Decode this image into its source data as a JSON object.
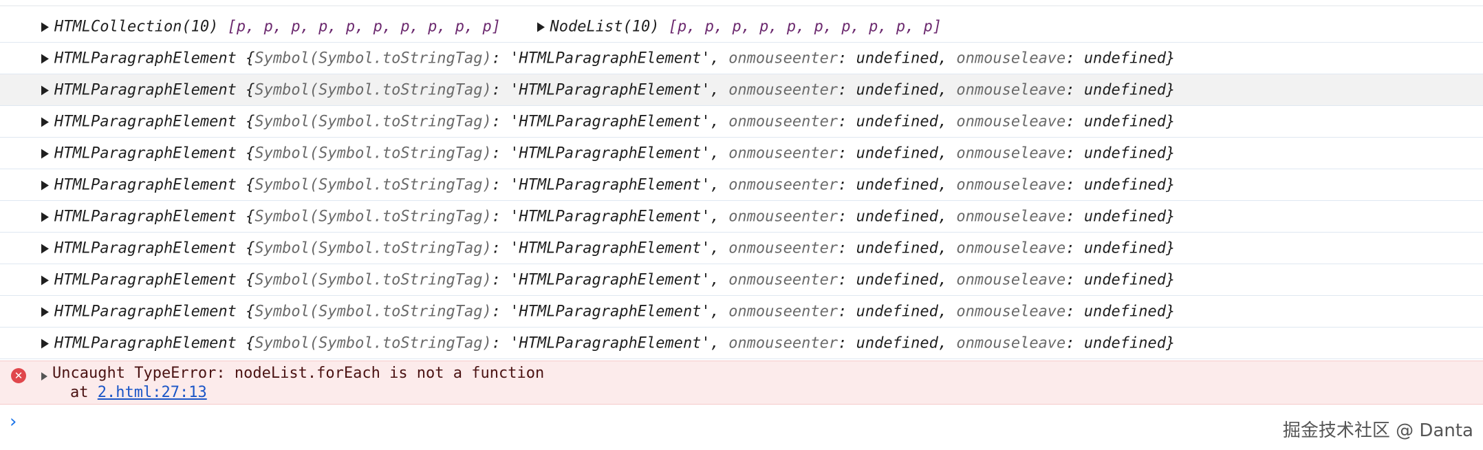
{
  "console": {
    "first_row": {
      "collection_label": "HTMLCollection(10)",
      "collection_items": "[p, p, p, p, p, p, p, p, p, p]",
      "nodelist_label": "NodeList(10)",
      "nodelist_items": "[p, p, p, p, p, p, p, p, p, p]"
    },
    "element_rows": [
      {
        "name": "HTMLParagraphElement",
        "sym_key": "Symbol(Symbol.toStringTag)",
        "sym_val": "'HTMLParagraphElement'",
        "k1": "onmouseenter",
        "v1": "undefined",
        "k2": "onmouseleave",
        "v2": "undefined"
      },
      {
        "name": "HTMLParagraphElement",
        "sym_key": "Symbol(Symbol.toStringTag)",
        "sym_val": "'HTMLParagraphElement'",
        "k1": "onmouseenter",
        "v1": "undefined",
        "k2": "onmouseleave",
        "v2": "undefined"
      },
      {
        "name": "HTMLParagraphElement",
        "sym_key": "Symbol(Symbol.toStringTag)",
        "sym_val": "'HTMLParagraphElement'",
        "k1": "onmouseenter",
        "v1": "undefined",
        "k2": "onmouseleave",
        "v2": "undefined"
      },
      {
        "name": "HTMLParagraphElement",
        "sym_key": "Symbol(Symbol.toStringTag)",
        "sym_val": "'HTMLParagraphElement'",
        "k1": "onmouseenter",
        "v1": "undefined",
        "k2": "onmouseleave",
        "v2": "undefined"
      },
      {
        "name": "HTMLParagraphElement",
        "sym_key": "Symbol(Symbol.toStringTag)",
        "sym_val": "'HTMLParagraphElement'",
        "k1": "onmouseenter",
        "v1": "undefined",
        "k2": "onmouseleave",
        "v2": "undefined"
      },
      {
        "name": "HTMLParagraphElement",
        "sym_key": "Symbol(Symbol.toStringTag)",
        "sym_val": "'HTMLParagraphElement'",
        "k1": "onmouseenter",
        "v1": "undefined",
        "k2": "onmouseleave",
        "v2": "undefined"
      },
      {
        "name": "HTMLParagraphElement",
        "sym_key": "Symbol(Symbol.toStringTag)",
        "sym_val": "'HTMLParagraphElement'",
        "k1": "onmouseenter",
        "v1": "undefined",
        "k2": "onmouseleave",
        "v2": "undefined"
      },
      {
        "name": "HTMLParagraphElement",
        "sym_key": "Symbol(Symbol.toStringTag)",
        "sym_val": "'HTMLParagraphElement'",
        "k1": "onmouseenter",
        "v1": "undefined",
        "k2": "onmouseleave",
        "v2": "undefined"
      },
      {
        "name": "HTMLParagraphElement",
        "sym_key": "Symbol(Symbol.toStringTag)",
        "sym_val": "'HTMLParagraphElement'",
        "k1": "onmouseenter",
        "v1": "undefined",
        "k2": "onmouseleave",
        "v2": "undefined"
      },
      {
        "name": "HTMLParagraphElement",
        "sym_key": "Symbol(Symbol.toStringTag)",
        "sym_val": "'HTMLParagraphElement'",
        "k1": "onmouseenter",
        "v1": "undefined",
        "k2": "onmouseleave",
        "v2": "undefined"
      }
    ],
    "error": {
      "icon": "error-x-icon",
      "message": "Uncaught TypeError: nodeList.forEach is not a function",
      "at_prefix": "at",
      "link": "2.html:27:13"
    },
    "prompt_icon": "chevron-right-icon",
    "watermark": "掘金技术社区 @ Danta",
    "colors": {
      "error_bg": "#fcebeb",
      "error_text": "#4a1212",
      "error_icon": "#e0474c",
      "link": "#1a55c7",
      "prompt": "#1a73e8",
      "item": "#6c2a6f",
      "key": "#6a6a6a"
    }
  }
}
